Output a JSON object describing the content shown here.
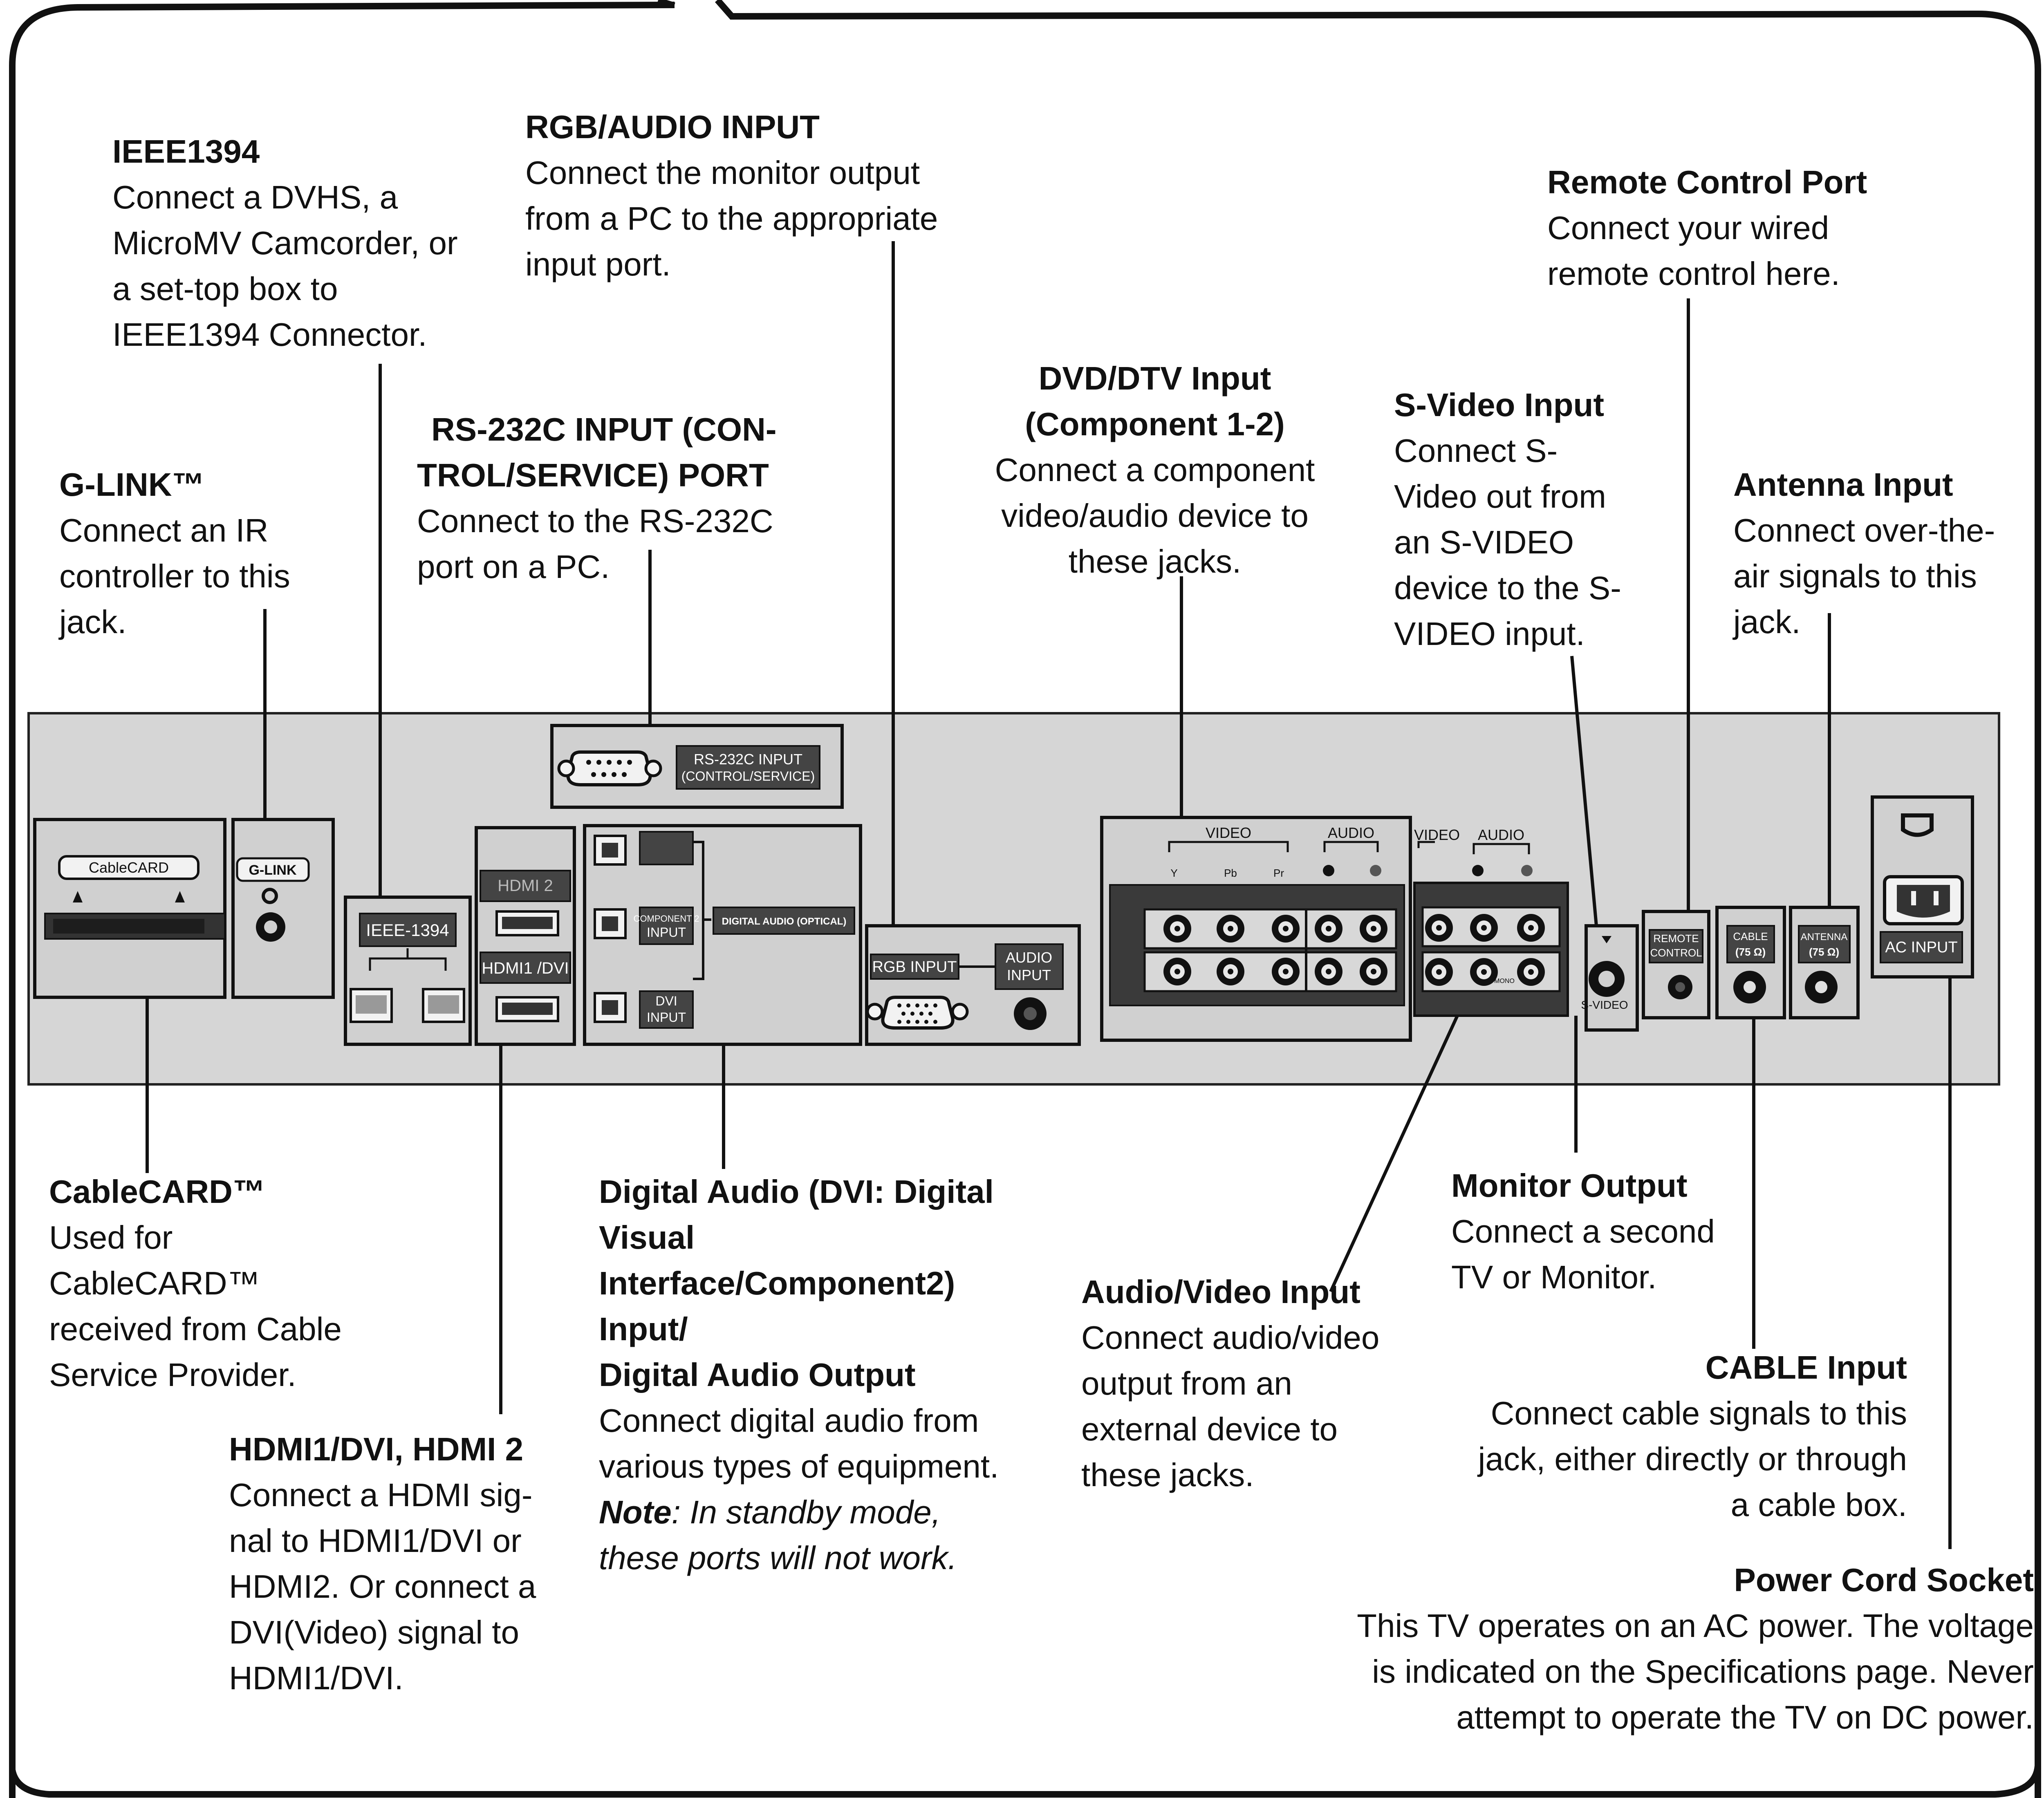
{
  "callouts": {
    "ieee1394": {
      "title": "IEEE1394",
      "lines": [
        "Connect a DVHS, a",
        "MicroMV Camcorder, or",
        "a set-top box to",
        "IEEE1394 Connector."
      ]
    },
    "rgb_audio": {
      "title": "RGB/AUDIO INPUT",
      "lines": [
        "Connect the monitor output",
        "from a PC to the appropriate",
        "input port."
      ]
    },
    "remote": {
      "title": "Remote Control Port",
      "lines": [
        "Connect your wired",
        "remote control here."
      ]
    },
    "rs232": {
      "title_lines": [
        "RS-232C INPUT (CON-",
        "TROL/SERVICE) PORT"
      ],
      "lines": [
        "Connect to the RS-232C",
        "port on a PC."
      ]
    },
    "dvd": {
      "title_lines": [
        "DVD/DTV Input",
        "(Component 1-2)"
      ],
      "lines": [
        "Connect a component",
        "video/audio device to",
        "these jacks."
      ]
    },
    "svideo": {
      "title": "S-Video Input",
      "lines": [
        "Connect S-",
        "Video out from",
        "an S-VIDEO",
        "device to the S-",
        "VIDEO input."
      ]
    },
    "glink": {
      "title": "G-LINK™",
      "lines": [
        "Connect an IR",
        "controller to this",
        "jack."
      ]
    },
    "antenna": {
      "title": "Antenna  Input",
      "lines": [
        "Connect over-the-",
        "air signals to this",
        "jack."
      ]
    },
    "cablecard": {
      "title": "CableCARD™",
      "lines": [
        "Used for",
        "CableCARD™",
        "received from Cable",
        "Service Provider."
      ]
    },
    "digital_audio": {
      "title_lines": [
        "Digital Audio (DVI: Digital",
        "Visual",
        "Interface/Component2)",
        "Input/",
        "Digital Audio Output"
      ],
      "lines": [
        "Connect  digital audio from",
        "various types of equipment."
      ],
      "note_label": "Note",
      "note_lines": [
        ": In standby mode,",
        "these ports will not work."
      ]
    },
    "monitor": {
      "title": "Monitor Output",
      "lines": [
        "Connect a second",
        "TV or Monitor."
      ]
    },
    "av_input": {
      "title": "Audio/Video Input",
      "lines": [
        "Connect audio/video",
        "output from an",
        "external device to",
        "these jacks."
      ]
    },
    "cable": {
      "title": "CABLE Input",
      "lines": [
        "Connect cable signals to this",
        "jack, either directly or through",
        "a cable box."
      ]
    },
    "hdmi": {
      "title": "HDMI1/DVI, HDMI 2",
      "lines": [
        "Connect a HDMI sig-",
        "nal to HDMI1/DVI or",
        "HDMI2. Or connect a",
        "DVI(Video) signal to",
        "HDMI1/DVI."
      ]
    },
    "power": {
      "title": "Power Cord Socket",
      "lines": [
        "This TV operates on an AC power. The voltage",
        "is indicated on the Specifications page. Never",
        "attempt to operate the TV on DC power."
      ]
    }
  },
  "panel_labels": {
    "cablecard_slot": "CableCARD",
    "glink": "G-LINK",
    "ieee": "IEEE-1394",
    "hdmi2": "HDMI 2",
    "hdmi1": "HDMI1 /DVI",
    "rs232_line1": "RS-232C INPUT",
    "rs232_line2": "(CONTROL/SERVICE)",
    "component2_line1": "COMPONENT 2",
    "component2_line2": "INPUT",
    "digital_audio_optical": "DIGITAL AUDIO (OPTICAL)",
    "dvi_line1": "DVI",
    "dvi_line2": "INPUT",
    "rgb_input": "RGB INPUT",
    "audio_input_line1": "AUDIO",
    "audio_input_line2": "INPUT",
    "video": "VIDEO",
    "audio": "AUDIO",
    "y": "Y",
    "pb": "Pb",
    "pr": "Pr",
    "video2": "VIDEO",
    "audio2": "AUDIO",
    "mono": "MONO",
    "svideo": "S-VIDEO",
    "remote_line1": "REMOTE",
    "remote_line2": "CONTROL",
    "cable_line1": "CABLE",
    "cable_line2": "(75 Ω)",
    "antenna_line1": "ANTENNA",
    "antenna_line2": "(75 Ω)",
    "ac_input": "AC INPUT"
  }
}
